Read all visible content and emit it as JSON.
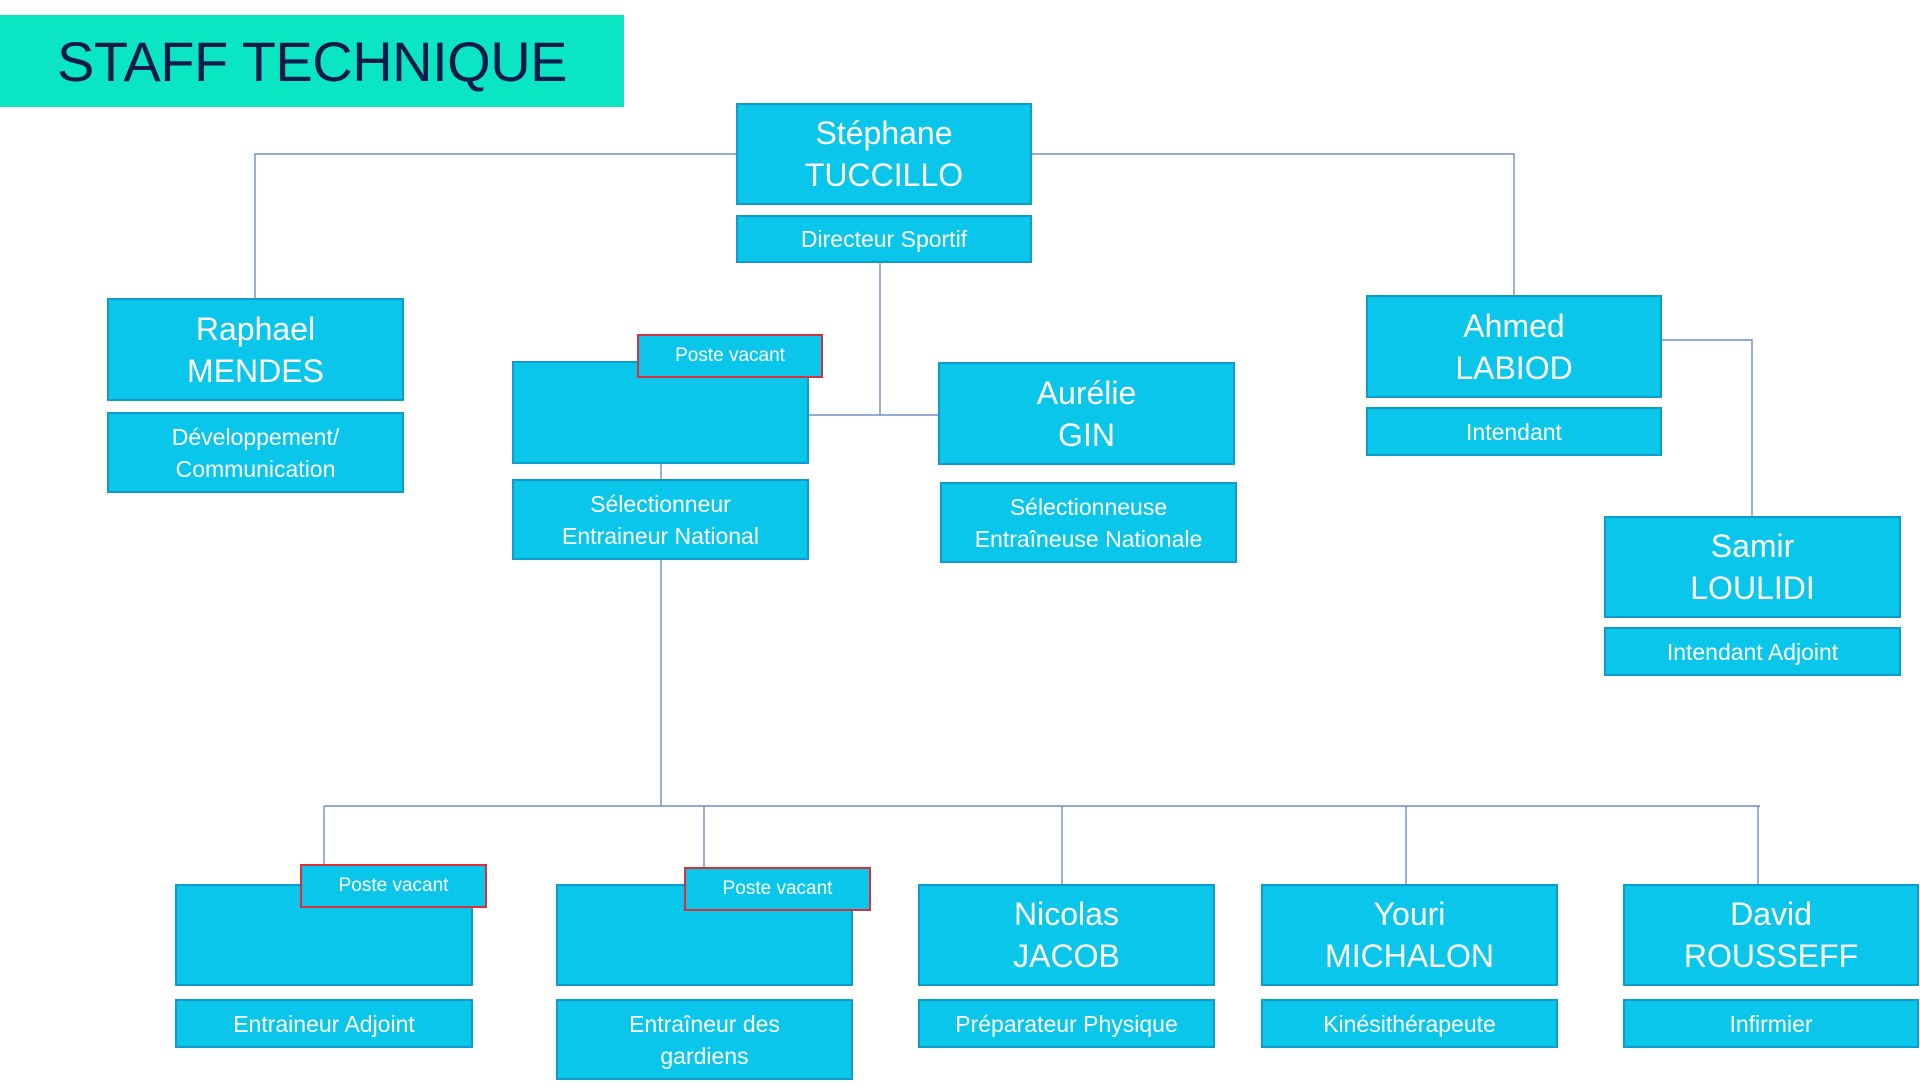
{
  "title": "STAFF TECHNIQUE",
  "colors": {
    "title_bg": "#0AE6C4",
    "title_text": "#0D1B4A",
    "box_fill": "#0AC6EA",
    "box_border": "#0E9CC8",
    "connector": "#6E8ECB",
    "vacant_border": "#D9313A",
    "text": "#FFFFFF"
  },
  "vacant_label": "Poste vacant",
  "people": {
    "director": {
      "first": "Stéphane",
      "last": "TUCCILLO",
      "role": "Directeur Sportif"
    },
    "mendes": {
      "first": "Raphael",
      "last": "MENDES",
      "role_line1": "Développement/",
      "role_line2": "Communication"
    },
    "selectionneur": {
      "role_line1": "Sélectionneur",
      "role_line2": "Entraineur National"
    },
    "gin": {
      "first": "Aurélie",
      "last": "GIN",
      "role_line1": "Sélectionneuse",
      "role_line2": "Entraîneuse Nationale"
    },
    "labiod": {
      "first": "Ahmed",
      "last": "LABIOD",
      "role": "Intendant"
    },
    "loulidi": {
      "first": "Samir",
      "last": "LOULIDI",
      "role": "Intendant Adjoint"
    },
    "adjoint": {
      "role": "Entraineur Adjoint"
    },
    "gardiens": {
      "role_line1": "Entraîneur des",
      "role_line2": "gardiens"
    },
    "jacob": {
      "first": "Nicolas",
      "last": "JACOB",
      "role": "Préparateur Physique"
    },
    "michalon": {
      "first": "Youri",
      "last": "MICHALON",
      "role": "Kinésithérapeute"
    },
    "rousseff": {
      "first": "David",
      "last": "ROUSSEFF",
      "role": "Infirmier"
    }
  }
}
